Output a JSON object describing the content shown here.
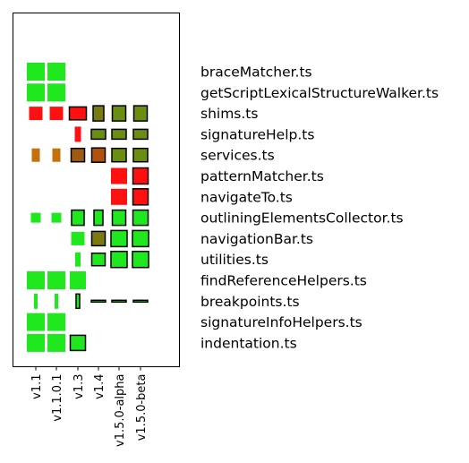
{
  "chart_data": {
    "type": "heatmap",
    "title": "",
    "xlabel": "",
    "ylabel": "",
    "legend": "none",
    "grid": false,
    "x_categories": [
      "v1.1",
      "v1.1.0.1",
      "v1.3",
      "v1.4",
      "v1.5.0-alpha",
      "v1.5.0-beta"
    ],
    "y_categories": [
      "braceMatcher.ts",
      "getScriptLexicalStructureWalker.ts",
      "shims.ts",
      "signatureHelp.ts",
      "services.ts",
      "patternMatcher.ts",
      "navigateTo.ts",
      "outliningElementsCollector.ts",
      "navigationBar.ts",
      "utilities.ts",
      "findReferenceHelpers.ts",
      "breakpoints.ts",
      "signatureInfoHelpers.ts",
      "indentation.ts"
    ],
    "colors": {
      "green": "#1fe81f",
      "red": "#ff1010",
      "olive": "#6b8e12",
      "olive_dark": "#7a7a10",
      "brown": "#b0520e",
      "brown_dark": "#9c5a12",
      "orange_brown": "#c4700c"
    },
    "cells": [
      {
        "row": "braceMatcher.ts",
        "col": "v1.1",
        "w": 1.0,
        "h": 1.0,
        "color": "green",
        "outline": false
      },
      {
        "row": "braceMatcher.ts",
        "col": "v1.1.0.1",
        "w": 1.0,
        "h": 1.0,
        "color": "green",
        "outline": false
      },
      {
        "row": "getScriptLexicalStructureWalker.ts",
        "col": "v1.1",
        "w": 1.0,
        "h": 1.0,
        "color": "green",
        "outline": false
      },
      {
        "row": "getScriptLexicalStructureWalker.ts",
        "col": "v1.1.0.1",
        "w": 1.0,
        "h": 1.0,
        "color": "green",
        "outline": false
      },
      {
        "row": "shims.ts",
        "col": "v1.1",
        "w": 0.75,
        "h": 0.75,
        "color": "red",
        "outline": false
      },
      {
        "row": "shims.ts",
        "col": "v1.1.0.1",
        "w": 0.75,
        "h": 0.75,
        "color": "red",
        "outline": false
      },
      {
        "row": "shims.ts",
        "col": "v1.3",
        "w": 0.95,
        "h": 0.72,
        "color": "red",
        "outline": true
      },
      {
        "row": "shims.ts",
        "col": "v1.4",
        "w": 0.6,
        "h": 0.85,
        "color": "olive_dark",
        "outline": true
      },
      {
        "row": "shims.ts",
        "col": "v1.5.0-alpha",
        "w": 0.75,
        "h": 0.85,
        "color": "olive",
        "outline": true
      },
      {
        "row": "shims.ts",
        "col": "v1.5.0-beta",
        "w": 0.75,
        "h": 0.85,
        "color": "olive",
        "outline": true
      },
      {
        "row": "signatureHelp.ts",
        "col": "v1.3",
        "w": 0.35,
        "h": 0.85,
        "color": "red",
        "outline": false
      },
      {
        "row": "signatureHelp.ts",
        "col": "v1.4",
        "w": 0.8,
        "h": 0.55,
        "color": "olive",
        "outline": true
      },
      {
        "row": "signatureHelp.ts",
        "col": "v1.5.0-alpha",
        "w": 0.8,
        "h": 0.55,
        "color": "olive",
        "outline": true
      },
      {
        "row": "signatureHelp.ts",
        "col": "v1.5.0-beta",
        "w": 0.8,
        "h": 0.55,
        "color": "olive",
        "outline": true
      },
      {
        "row": "services.ts",
        "col": "v1.1",
        "w": 0.45,
        "h": 0.75,
        "color": "orange_brown",
        "outline": false
      },
      {
        "row": "services.ts",
        "col": "v1.1.0.1",
        "w": 0.45,
        "h": 0.75,
        "color": "orange_brown",
        "outline": false
      },
      {
        "row": "services.ts",
        "col": "v1.3",
        "w": 0.75,
        "h": 0.75,
        "color": "brown_dark",
        "outline": true
      },
      {
        "row": "services.ts",
        "col": "v1.4",
        "w": 0.75,
        "h": 0.8,
        "color": "brown",
        "outline": true
      },
      {
        "row": "services.ts",
        "col": "v1.5.0-alpha",
        "w": 0.8,
        "h": 0.75,
        "color": "olive",
        "outline": true
      },
      {
        "row": "services.ts",
        "col": "v1.5.0-beta",
        "w": 0.8,
        "h": 0.75,
        "color": "olive",
        "outline": true
      },
      {
        "row": "patternMatcher.ts",
        "col": "v1.5.0-alpha",
        "w": 0.9,
        "h": 0.9,
        "color": "red",
        "outline": false
      },
      {
        "row": "patternMatcher.ts",
        "col": "v1.5.0-beta",
        "w": 0.85,
        "h": 0.9,
        "color": "red",
        "outline": true
      },
      {
        "row": "navigateTo.ts",
        "col": "v1.5.0-alpha",
        "w": 0.9,
        "h": 0.9,
        "color": "red",
        "outline": false
      },
      {
        "row": "navigateTo.ts",
        "col": "v1.5.0-beta",
        "w": 0.85,
        "h": 0.9,
        "color": "red",
        "outline": true
      },
      {
        "row": "outliningElementsCollector.ts",
        "col": "v1.1",
        "w": 0.55,
        "h": 0.55,
        "color": "green",
        "outline": false
      },
      {
        "row": "outliningElementsCollector.ts",
        "col": "v1.1.0.1",
        "w": 0.55,
        "h": 0.55,
        "color": "green",
        "outline": false
      },
      {
        "row": "outliningElementsCollector.ts",
        "col": "v1.3",
        "w": 0.7,
        "h": 0.85,
        "color": "green",
        "outline": true
      },
      {
        "row": "outliningElementsCollector.ts",
        "col": "v1.4",
        "w": 0.5,
        "h": 0.85,
        "color": "green",
        "outline": true
      },
      {
        "row": "outliningElementsCollector.ts",
        "col": "v1.5.0-alpha",
        "w": 0.75,
        "h": 0.85,
        "color": "green",
        "outline": true
      },
      {
        "row": "outliningElementsCollector.ts",
        "col": "v1.5.0-beta",
        "w": 0.85,
        "h": 0.85,
        "color": "green",
        "outline": true
      },
      {
        "row": "navigationBar.ts",
        "col": "v1.3",
        "w": 0.75,
        "h": 0.75,
        "color": "green",
        "outline": false
      },
      {
        "row": "navigationBar.ts",
        "col": "v1.4",
        "w": 0.75,
        "h": 0.8,
        "color": "olive_dark",
        "outline": true
      },
      {
        "row": "navigationBar.ts",
        "col": "v1.5.0-alpha",
        "w": 0.9,
        "h": 0.9,
        "color": "green",
        "outline": true
      },
      {
        "row": "navigationBar.ts",
        "col": "v1.5.0-beta",
        "w": 0.9,
        "h": 0.9,
        "color": "green",
        "outline": true
      },
      {
        "row": "utilities.ts",
        "col": "v1.3",
        "w": 0.3,
        "h": 0.8,
        "color": "green",
        "outline": false
      },
      {
        "row": "utilities.ts",
        "col": "v1.4",
        "w": 0.75,
        "h": 0.7,
        "color": "green",
        "outline": true
      },
      {
        "row": "utilities.ts",
        "col": "v1.5.0-alpha",
        "w": 0.9,
        "h": 0.9,
        "color": "green",
        "outline": true
      },
      {
        "row": "utilities.ts",
        "col": "v1.5.0-beta",
        "w": 0.9,
        "h": 0.9,
        "color": "green",
        "outline": true
      },
      {
        "row": "findReferenceHelpers.ts",
        "col": "v1.1",
        "w": 1.0,
        "h": 1.0,
        "color": "green",
        "outline": false
      },
      {
        "row": "findReferenceHelpers.ts",
        "col": "v1.1.0.1",
        "w": 1.0,
        "h": 1.0,
        "color": "green",
        "outline": false
      },
      {
        "row": "findReferenceHelpers.ts",
        "col": "v1.3",
        "w": 0.9,
        "h": 1.0,
        "color": "green",
        "outline": false
      },
      {
        "row": "breakpoints.ts",
        "col": "v1.1",
        "w": 0.2,
        "h": 0.85,
        "color": "green",
        "outline": false
      },
      {
        "row": "breakpoints.ts",
        "col": "v1.1.0.1",
        "w": 0.2,
        "h": 0.85,
        "color": "green",
        "outline": false
      },
      {
        "row": "breakpoints.ts",
        "col": "v1.3",
        "w": 0.2,
        "h": 0.8,
        "color": "green",
        "outline": true
      },
      {
        "row": "breakpoints.ts",
        "col": "v1.4",
        "w": 0.8,
        "h": 0.1,
        "color": "green",
        "outline": true
      },
      {
        "row": "breakpoints.ts",
        "col": "v1.5.0-alpha",
        "w": 0.8,
        "h": 0.1,
        "color": "green",
        "outline": true
      },
      {
        "row": "breakpoints.ts",
        "col": "v1.5.0-beta",
        "w": 0.8,
        "h": 0.1,
        "color": "green",
        "outline": true
      },
      {
        "row": "signatureInfoHelpers.ts",
        "col": "v1.1",
        "w": 1.0,
        "h": 1.0,
        "color": "green",
        "outline": false
      },
      {
        "row": "signatureInfoHelpers.ts",
        "col": "v1.1.0.1",
        "w": 1.0,
        "h": 1.0,
        "color": "green",
        "outline": false
      },
      {
        "row": "indentation.ts",
        "col": "v1.1",
        "w": 1.0,
        "h": 1.0,
        "color": "green",
        "outline": false
      },
      {
        "row": "indentation.ts",
        "col": "v1.1.0.1",
        "w": 1.0,
        "h": 1.0,
        "color": "green",
        "outline": false
      },
      {
        "row": "indentation.ts",
        "col": "v1.3",
        "w": 0.85,
        "h": 0.85,
        "color": "green",
        "outline": true
      }
    ]
  }
}
